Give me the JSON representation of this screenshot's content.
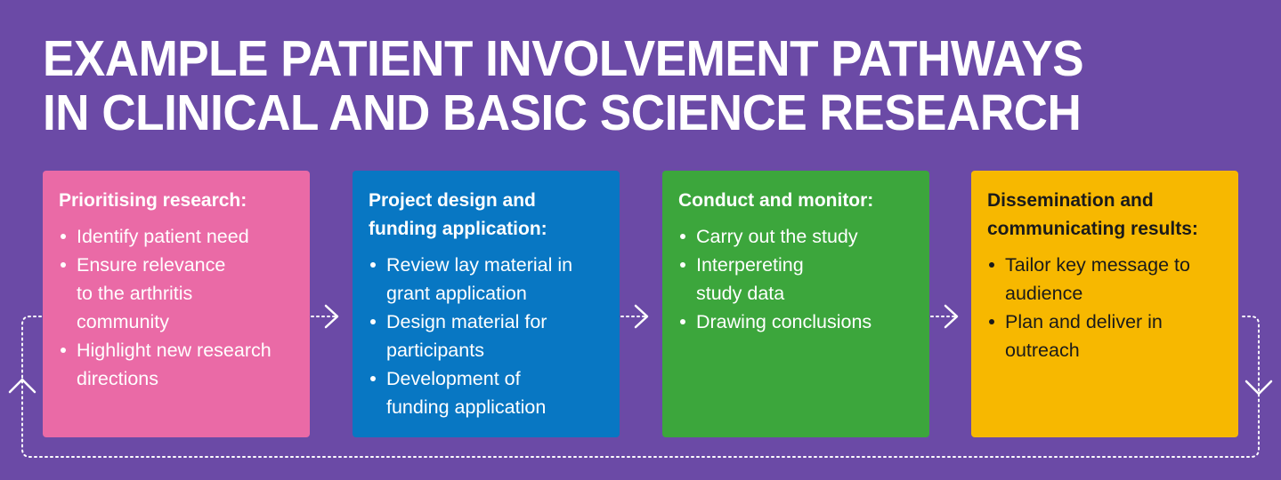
{
  "title": {
    "line1": "EXAMPLE PATIENT INVOLVEMENT PATHWAYS",
    "line2": "IN CLINICAL AND BASIC SCIENCE RESEARCH"
  },
  "colors": {
    "background": "#6b4aa6",
    "stage1": "#ea6aa6",
    "stage2": "#0877c3",
    "stage3": "#3ca63c",
    "stage4": "#f7b800",
    "connector": "#ffffff"
  },
  "stages": [
    {
      "heading": "Prioritising research:",
      "items": [
        "Identify patient need",
        "Ensure relevance to the arthritis community",
        "Highlight new research directions"
      ]
    },
    {
      "heading": "Project design and funding application:",
      "items": [
        "Review lay material in grant application",
        "Design material for participants",
        "Development of funding application"
      ]
    },
    {
      "heading": "Conduct and monitor:",
      "items": [
        "Carry out the study",
        "Interpereting study data",
        "Drawing conclusions"
      ]
    },
    {
      "heading": "Dissemination and communicating results:",
      "items": [
        "Tailor key message to audience",
        "Plan and deliver in outreach"
      ]
    }
  ]
}
